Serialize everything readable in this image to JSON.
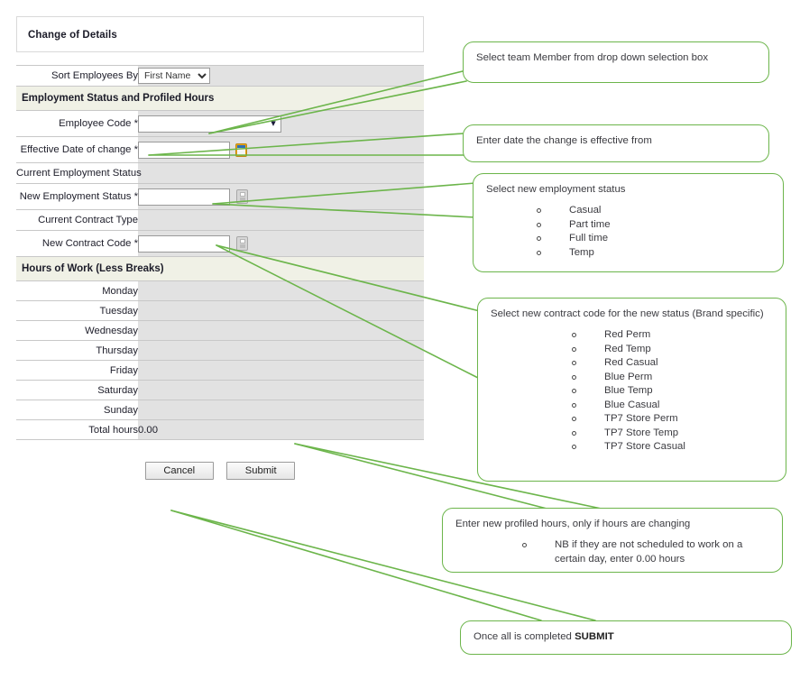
{
  "panel": {
    "title": "Change of Details"
  },
  "form": {
    "sort_label": "Sort Employees By",
    "sort_value": "First Name",
    "sort_options": [
      "First Name"
    ],
    "section_employment": "Employment Status and Profiled Hours",
    "employee_code_label": "Employee Code *",
    "employee_code_value": "",
    "effective_date_label": "Effective Date of change *",
    "effective_date_value": "",
    "current_employment_status_label": "Current Employment Status",
    "current_employment_status_value": "",
    "new_employment_status_label": "New Employment Status *",
    "new_employment_status_value": "",
    "current_contract_type_label": "Current Contract Type",
    "current_contract_type_value": "",
    "new_contract_code_label": "New Contract Code *",
    "new_contract_code_value": "",
    "section_hours": "Hours of Work (Less Breaks)",
    "days": [
      {
        "label": "Monday",
        "value": ""
      },
      {
        "label": "Tuesday",
        "value": ""
      },
      {
        "label": "Wednesday",
        "value": ""
      },
      {
        "label": "Thursday",
        "value": ""
      },
      {
        "label": "Friday",
        "value": ""
      },
      {
        "label": "Saturday",
        "value": ""
      },
      {
        "label": "Sunday",
        "value": ""
      }
    ],
    "total_label": "Total hours",
    "total_value": "0.00",
    "cancel_label": "Cancel",
    "submit_label": "Submit"
  },
  "callouts": {
    "c1": {
      "text": "Select team Member from drop down selection box"
    },
    "c2": {
      "text": "Enter date the change is effective from"
    },
    "c3": {
      "text": "Select new employment status",
      "items": [
        "Casual",
        "Part time",
        "Full time",
        "Temp"
      ]
    },
    "c4": {
      "text": "Select new contract code for the new status (Brand specific)",
      "items": [
        "Red Perm",
        "Red Temp",
        "Red Casual",
        "Blue Perm",
        "Blue Temp",
        "Blue Casual",
        "TP7 Store Perm",
        "TP7 Store Temp",
        "TP7 Store Casual"
      ]
    },
    "c5": {
      "text": "Enter new profiled hours, only if hours are changing",
      "item_line1": "NB if they are not scheduled to work on a",
      "item_line2": "certain day, enter 0.00 hours"
    },
    "c6": {
      "text_pre": "Once all is completed ",
      "text_bold": "SUBMIT"
    }
  },
  "colors": {
    "accent_green": "#6cb54b",
    "section_bg": "#f0f1e6",
    "field_bg": "#e2e2e2",
    "calendar_orange": "#e8a317"
  }
}
